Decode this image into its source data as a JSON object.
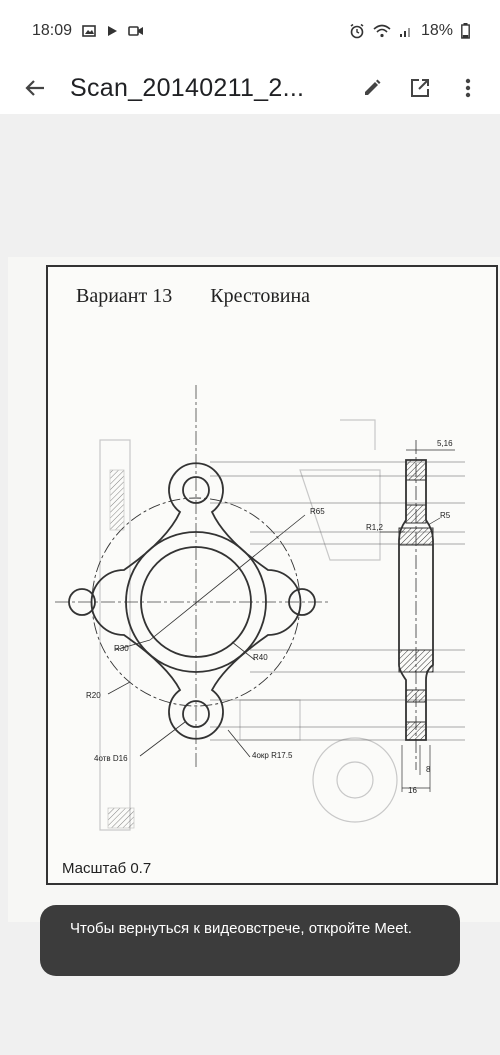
{
  "status_bar": {
    "time": "18:09",
    "battery": "18%",
    "icons": [
      "image-icon",
      "play-icon",
      "video-call-icon",
      "alarm-icon",
      "wifi-icon",
      "signal-icon",
      "battery-icon"
    ]
  },
  "app_bar": {
    "title": "Scan_20140211_2...",
    "icons": [
      "back-arrow-icon",
      "edit-icon",
      "open-external-icon",
      "more-vert-icon"
    ]
  },
  "document": {
    "heading_variant": "Вариант  13",
    "heading_part": "Крестовина",
    "scale": "Масштаб  0.7",
    "dimensions": {
      "r65": "R65",
      "r12": "R1,2",
      "r5": "R5",
      "w516": "5,16",
      "r30": "R30",
      "r40": "R40",
      "r20": "R20",
      "holes": "4отв   D16",
      "okr": "4окр  R17.5",
      "d8": "8",
      "d16": "16"
    }
  },
  "toast": {
    "message": "Чтобы вернуться к видеовстрече, откройте Meet."
  }
}
